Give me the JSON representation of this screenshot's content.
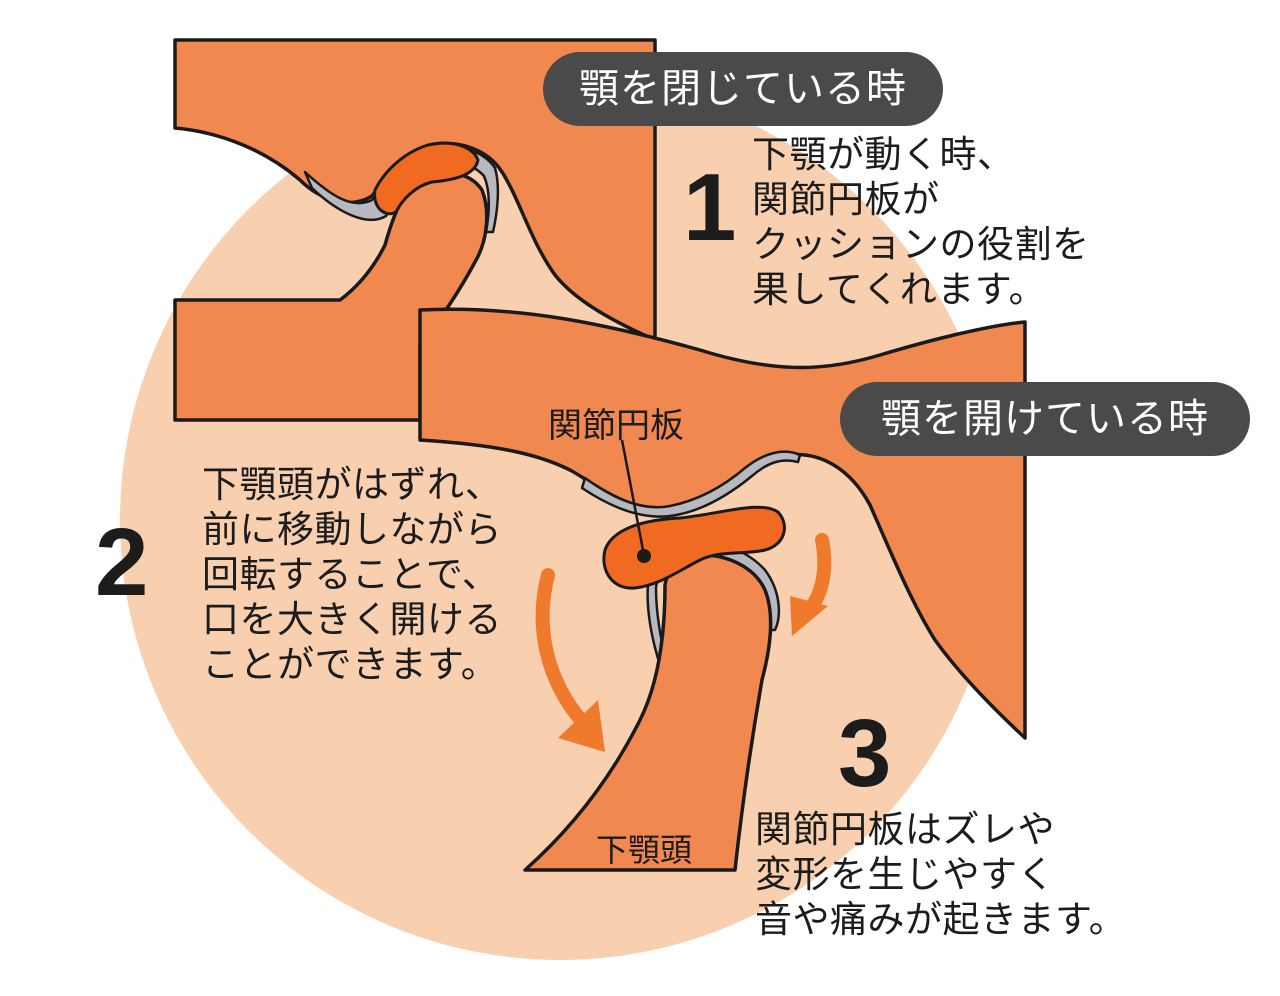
{
  "colors": {
    "background": "#ffffff",
    "circle": "#f8d0b0",
    "bone": "#f08850",
    "disc": "#f06a22",
    "cartilage": "#b8b8c0",
    "outline": "#1a1a1a",
    "arrow": "#f07a2c",
    "pill": "#4a4a4a"
  },
  "badges": {
    "closed": "顎を閉じている時",
    "open": "顎を開けている時"
  },
  "steps": [
    {
      "number": "1",
      "lines": [
        "下顎が動く時、",
        "関節円板が",
        "クッションの役割を",
        "果してくれます。"
      ]
    },
    {
      "number": "2",
      "lines": [
        "下顎頭がはずれ、",
        "前に移動しながら",
        "回転することで、",
        "口を大きく開ける",
        "ことができます。"
      ]
    },
    {
      "number": "3",
      "lines": [
        "関節円板はズレや",
        "変形を生じやすく",
        "音や痛みが起きます。"
      ]
    }
  ],
  "labels": {
    "disc": "関節円板",
    "condyle": "下顎頭"
  }
}
